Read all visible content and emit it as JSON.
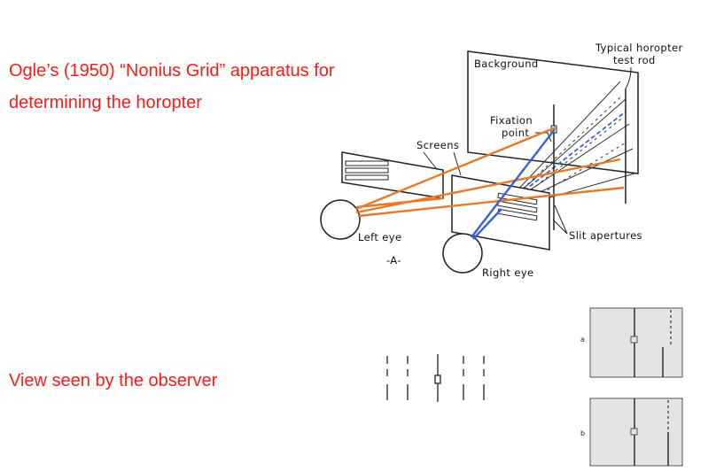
{
  "title": {
    "line1": "Ogle’s (1950) “Nonius Grid” apparatus for",
    "line2": "determining the horopter"
  },
  "view_caption": "View seen by the observer",
  "diagram_labels": {
    "background": "Background",
    "test_rod_line1": "Typical horopter",
    "test_rod_line2": "test rod",
    "fixation_line1": "Fixation",
    "fixation_line2": "point",
    "screens": "Screens",
    "left_eye": "Left eye",
    "right_eye": "Right eye",
    "slit_apertures": "Slit apertures",
    "figure_letter": "-A-"
  },
  "panels": {
    "a": "a",
    "b": "b"
  },
  "colors": {
    "caption": "#ff1a1a",
    "left_eye_rays": "#e8782a",
    "right_eye_rays": "#3a62d6"
  }
}
